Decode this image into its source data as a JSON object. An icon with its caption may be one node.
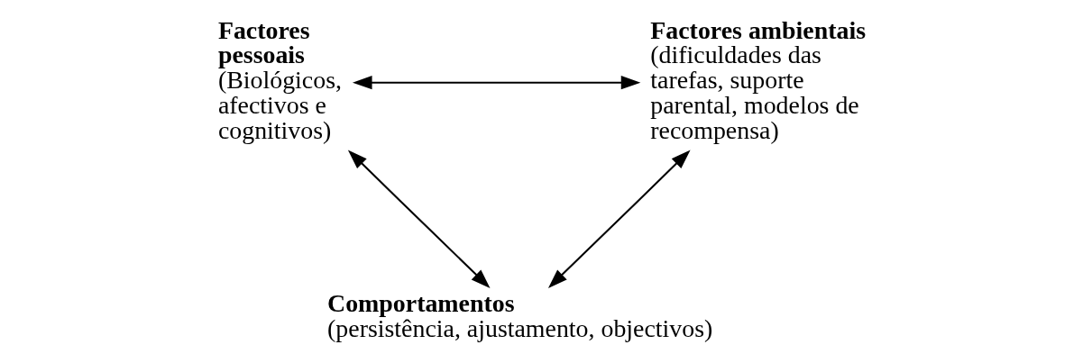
{
  "diagram": {
    "nodes": [
      {
        "text": [
          "Comportamentos",
          "(persistência, ajustamento, objectivos)"
        ]
      },
      {
        "text": [
          "Factores pessoais",
          "(Biológicos, afectivos e cognitivos)"
        ]
      },
      {
        "text": [
          "Factores ambientais",
          "(dificuldades das tarefas, suporte parental, modelos de recompensa)"
        ]
      }
    ],
    "edges": [
      {
        "from": 1,
        "to": 0,
        "arrow": "both"
      },
      {
        "from": 2,
        "to": 0,
        "arrow": "both"
      },
      {
        "from": 1,
        "to": 2,
        "arrow": "both"
      }
    ]
  }
}
